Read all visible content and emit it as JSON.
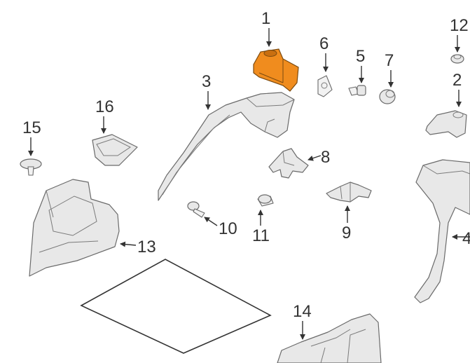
{
  "diagram": {
    "highlight_color": "#f08c1e",
    "callouts": {
      "c1": "1",
      "c2": "2",
      "c3": "3",
      "c4": "4",
      "c5": "5",
      "c6": "6",
      "c7": "7",
      "c8": "8",
      "c9": "9",
      "c10": "10",
      "c11": "11",
      "c12": "12",
      "c13": "13",
      "c14": "14",
      "c15": "15",
      "c16": "16"
    }
  }
}
